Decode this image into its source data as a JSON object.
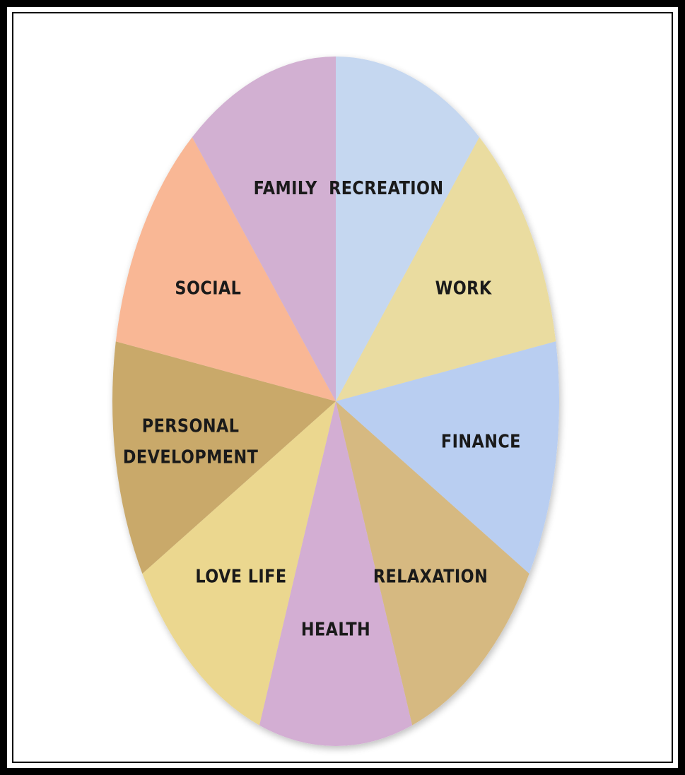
{
  "chart_data": {
    "type": "pie",
    "title": "",
    "slices": [
      {
        "label": "RECREATION",
        "value": 1,
        "color": "#c5d7f0"
      },
      {
        "label": "WORK",
        "value": 1,
        "color": "#eadca0"
      },
      {
        "label": "FINANCE",
        "value": 1,
        "color": "#b9cef1"
      },
      {
        "label": "RELAXATION",
        "value": 1,
        "color": "#d6b981"
      },
      {
        "label": "HEALTH",
        "value": 1,
        "color": "#d3aed3"
      },
      {
        "label": "LOVE LIFE",
        "value": 1,
        "color": "#ebd78f"
      },
      {
        "label": "PERSONAL\nDEVELOPMENT",
        "value": 1,
        "color": "#c9a96b"
      },
      {
        "label": "SOCIAL",
        "value": 1,
        "color": "#f9b795"
      },
      {
        "label": "FAMILY",
        "value": 1,
        "color": "#d2b0d2"
      }
    ]
  }
}
